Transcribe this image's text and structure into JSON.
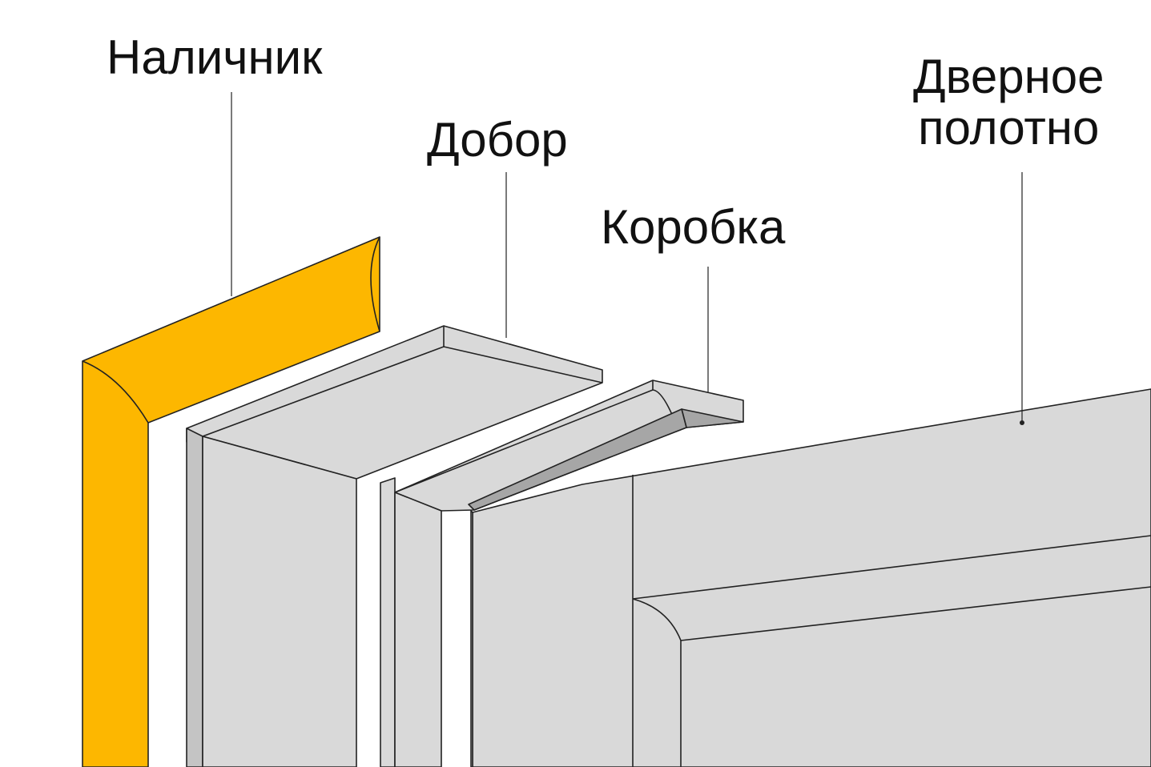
{
  "labels": {
    "nalichnik": "Наличник",
    "dobor": "Добор",
    "korobka": "Коробка",
    "polotno": "Дверное\nполотно"
  },
  "colors": {
    "nalichnik_fill": "#FDB700",
    "part_fill": "#D9D9D9",
    "part_dark": "#C4C4C4",
    "shadow": "#A6A6A6",
    "outline": "#222222",
    "background": "#FFFFFF"
  }
}
